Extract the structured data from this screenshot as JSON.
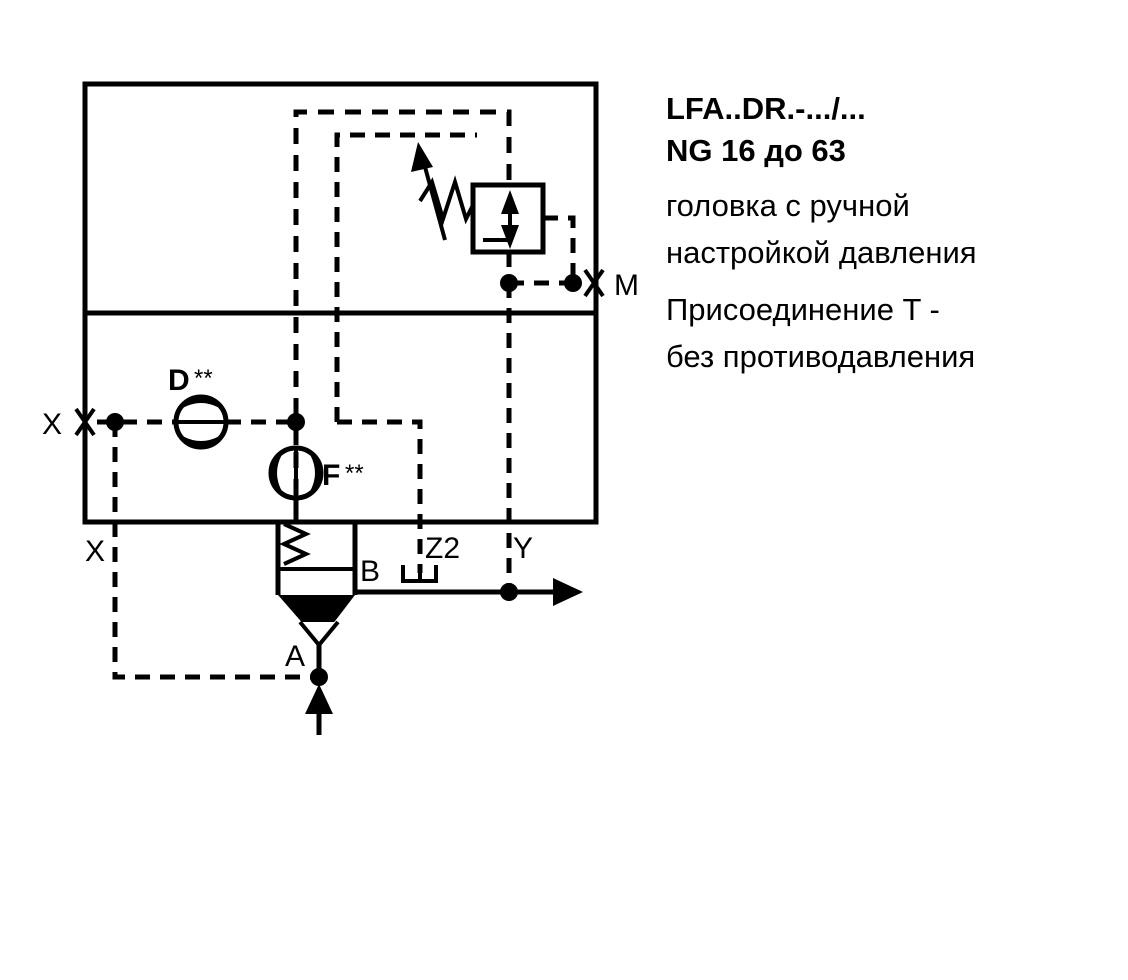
{
  "diagram": {
    "title": "hydraulic-circuit-schematic",
    "stroke_color": "#000000",
    "background_color": "#ffffff",
    "port_labels": {
      "x_top": "X",
      "x_bottom": "X",
      "m": "M",
      "a": "A",
      "b": "B",
      "y": "Y",
      "z2": "Z2",
      "d": "D",
      "d_stars": "**",
      "f": "F",
      "f_stars": "**"
    },
    "components": [
      {
        "name": "pilot-relief-valve",
        "label": ""
      },
      {
        "name": "adjustable-spring",
        "label": ""
      },
      {
        "name": "orifice-d",
        "label": "D"
      },
      {
        "name": "orifice-f",
        "label": "F"
      },
      {
        "name": "cartridge-poppet-valve",
        "label": ""
      },
      {
        "name": "plugged-port-z2",
        "label": "Z2"
      }
    ]
  },
  "caption": {
    "line1": "LFA..DR.-.../...",
    "line2": "NG 16 до 63",
    "line3": "головка с ручной",
    "line4": "настройкой давления",
    "line5": "Присоединение T -",
    "line6": "без противодавления"
  }
}
